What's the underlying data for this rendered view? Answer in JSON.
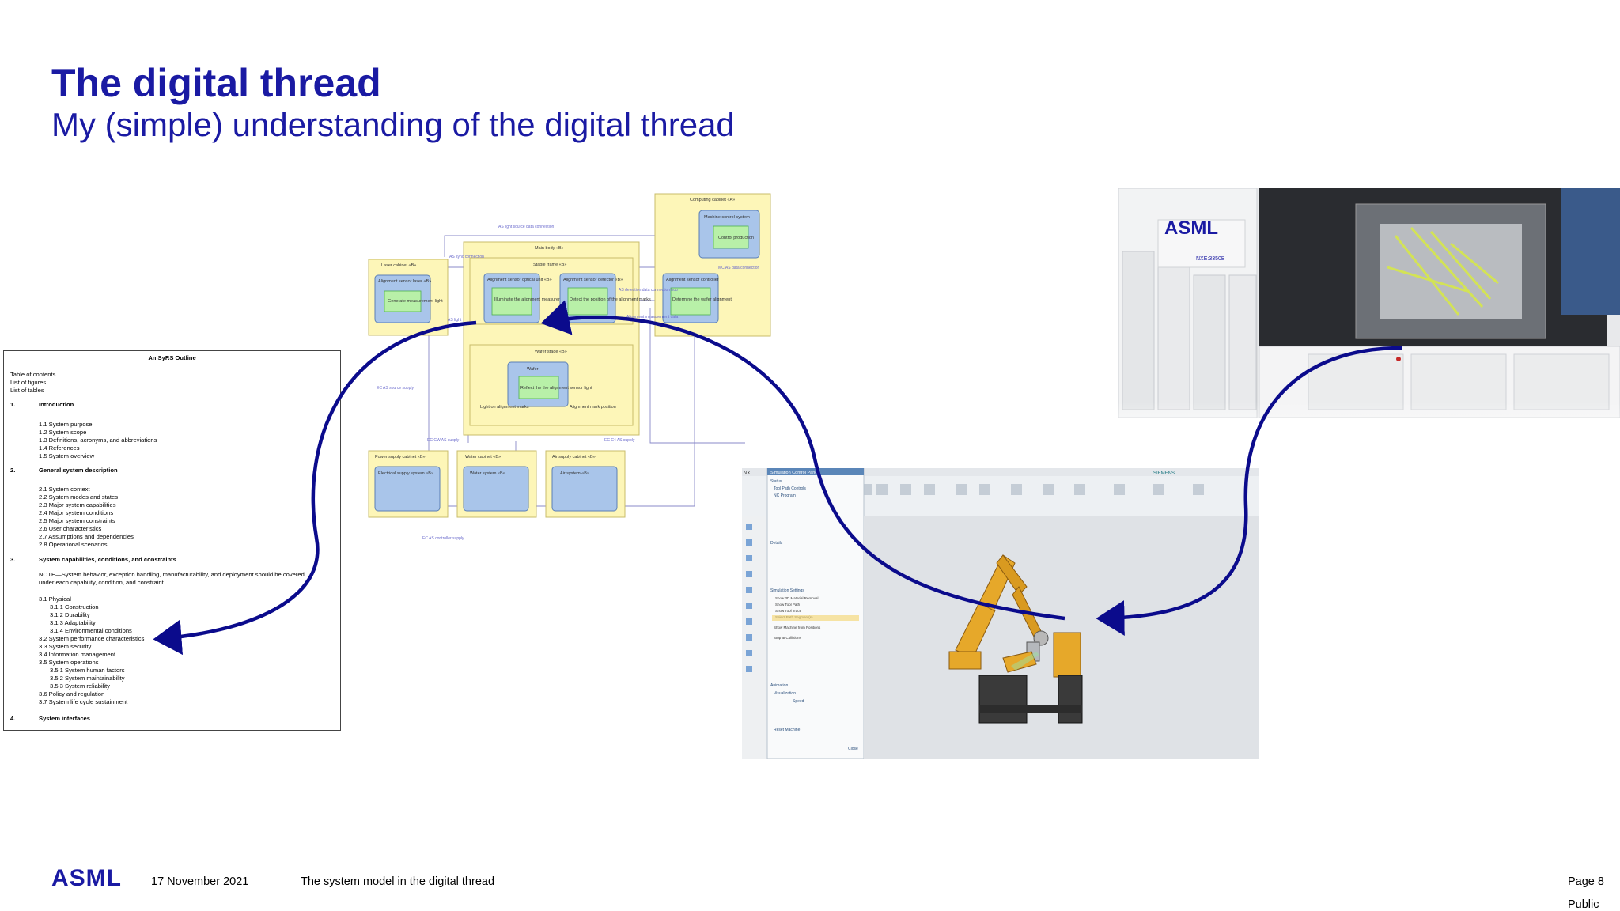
{
  "slide": {
    "title": "The digital thread",
    "subtitle": "My (simple) understanding of the digital thread"
  },
  "syrs": {
    "title": "An SyRS Outline",
    "lines": [
      {
        "t": "Table of contents",
        "b": false,
        "x": 8
      },
      {
        "t": "List of figures",
        "b": false,
        "x": 8
      },
      {
        "t": "List of tables",
        "b": false,
        "x": 8
      },
      {
        "t": "1.",
        "b": true,
        "x": 8
      },
      {
        "t": "Introduction",
        "b": true,
        "x": 44
      },
      {
        "t": "1.1 System purpose",
        "b": false,
        "x": 44
      },
      {
        "t": "1.2 System scope",
        "b": false,
        "x": 44
      },
      {
        "t": "1.3 Definitions, acronyms, and abbreviations",
        "b": false,
        "x": 44
      },
      {
        "t": "1.4 References",
        "b": false,
        "x": 44
      },
      {
        "t": "1.5 System overview",
        "b": false,
        "x": 44
      },
      {
        "t": "2.",
        "b": true,
        "x": 8
      },
      {
        "t": "General system description",
        "b": true,
        "x": 44
      },
      {
        "t": "2.1 System context",
        "b": false,
        "x": 44
      },
      {
        "t": "2.2 System modes and states",
        "b": false,
        "x": 44
      },
      {
        "t": "2.3 Major system capabilities",
        "b": false,
        "x": 44
      },
      {
        "t": "2.4 Major system conditions",
        "b": false,
        "x": 44
      },
      {
        "t": "2.5 Major system constraints",
        "b": false,
        "x": 44
      },
      {
        "t": "2.6 User characteristics",
        "b": false,
        "x": 44
      },
      {
        "t": "2.7 Assumptions and dependencies",
        "b": false,
        "x": 44
      },
      {
        "t": "2.8 Operational scenarios",
        "b": false,
        "x": 44
      },
      {
        "t": "3.",
        "b": true,
        "x": 8
      },
      {
        "t": "System capabilities, conditions, and constraints",
        "b": true,
        "x": 44
      },
      {
        "t": "NOTE—System behavior, exception handling, manufacturability, and deployment should be covered",
        "b": false,
        "x": 44
      },
      {
        "t": "under each capability, condition, and constraint.",
        "b": false,
        "x": 44
      },
      {
        "t": "3.1 Physical",
        "b": false,
        "x": 44
      },
      {
        "t": "3.1.1 Construction",
        "b": false,
        "x": 58
      },
      {
        "t": "3.1.2 Durability",
        "b": false,
        "x": 58
      },
      {
        "t": "3.1.3 Adaptability",
        "b": false,
        "x": 58
      },
      {
        "t": "3.1.4 Environmental conditions",
        "b": false,
        "x": 58
      },
      {
        "t": "3.2 System performance characteristics",
        "b": false,
        "x": 44
      },
      {
        "t": "3.3 System security",
        "b": false,
        "x": 44
      },
      {
        "t": "3.4 Information management",
        "b": false,
        "x": 44
      },
      {
        "t": "3.5 System operations",
        "b": false,
        "x": 44
      },
      {
        "t": "3.5.1 System human factors",
        "b": false,
        "x": 58
      },
      {
        "t": "3.5.2 System maintainability",
        "b": false,
        "x": 58
      },
      {
        "t": "3.5.3 System reliability",
        "b": false,
        "x": 58
      },
      {
        "t": "3.6 Policy and regulation",
        "b": false,
        "x": 44
      },
      {
        "t": "3.7 System life cycle sustainment",
        "b": false,
        "x": 44
      },
      {
        "t": "4.",
        "b": true,
        "x": 8
      },
      {
        "t": "System interfaces",
        "b": true,
        "x": 44
      }
    ]
  },
  "diagram": {
    "computing_cabinet": "Computing cabinet «A»",
    "machine_control": "Machine control system",
    "control_production": "Control production",
    "main_body": "Main body «B»",
    "stable_frame": "Stable frame «B»",
    "laser_cabinet": "Laser cabinet «B»",
    "align_sensor_laser": "Alignment sensor laser «B»",
    "generate_light": "Generate measurement light",
    "align_sensor_optical": "Alignment sensor optical unit «B»",
    "illuminate_marks": "Illuminate the alignment measurement marks",
    "align_sensor_detector": "Alignment sensor detector «B»",
    "detect_position": "Detect the position of the alignment marks",
    "align_sensor_controller": "Alignment sensor controller",
    "determine_alignment": "Determine the wafer alignment",
    "wafer_stage": "Wafer stage «B»",
    "wafer": "Wafer",
    "reflect_light": "Reflect the the alignment sensor light",
    "light_on_marks": "Light on alignment marks",
    "alignment_mark_position": "Alignment mark position",
    "power_supply": "Power supply cabinet «B»",
    "electrical_supply": "Electrical supply system «B»",
    "water_cabinet": "Water cabinet «B»",
    "water_system": "Water system «B»",
    "air_supply_cabinet": "Air supply cabinet «B»",
    "air_system": "Air system «B»",
    "as_light_source": "AS light source data connection",
    "as_sync": "AS sync connection",
    "mc_as_data": "MC AS data connection",
    "as_detection": "AS detection data connection hub",
    "alignment_measurement": "Alignment measurement data",
    "as_light": "AS light",
    "ec_as_source": "EC AS source supply",
    "ec_cw_supply": "EC CW AS supply",
    "ec_c4_supply": "EC C4 AS supply",
    "ec_as_controller": "EC AS controller supply"
  },
  "photo": {
    "logo": "ASML",
    "model": "NXE:3350B"
  },
  "nx": {
    "app": "NX",
    "panel_title": "Simulation Control Panel",
    "vendor": "SIEMENS",
    "panel_items": [
      "Status",
      "Tool Path Controls",
      "NC Program",
      "Details",
      "Simulation Settings",
      "Animation",
      "Visualization",
      "Speed",
      "Reset Machine",
      "Close"
    ],
    "checkboxes": [
      "Show 3D Material Removal",
      "Show Tool Path",
      "Show Tool Trace",
      "Select Path Segment(s)",
      "Show Machine from Positions",
      "Stop at Collisions"
    ]
  },
  "footer": {
    "logo": "ASML",
    "date": "17 November 2021",
    "topic": "The system model in the digital thread",
    "page": "Page 8",
    "classification": "Public"
  },
  "colors": {
    "brand": "#1a1aa3",
    "arrow": "#0b0b8c",
    "yellow_block": "#fdf6b8",
    "blue_block": "#a9c5ea",
    "green_block": "#b8f0a8",
    "robot": "#e6a82a"
  }
}
